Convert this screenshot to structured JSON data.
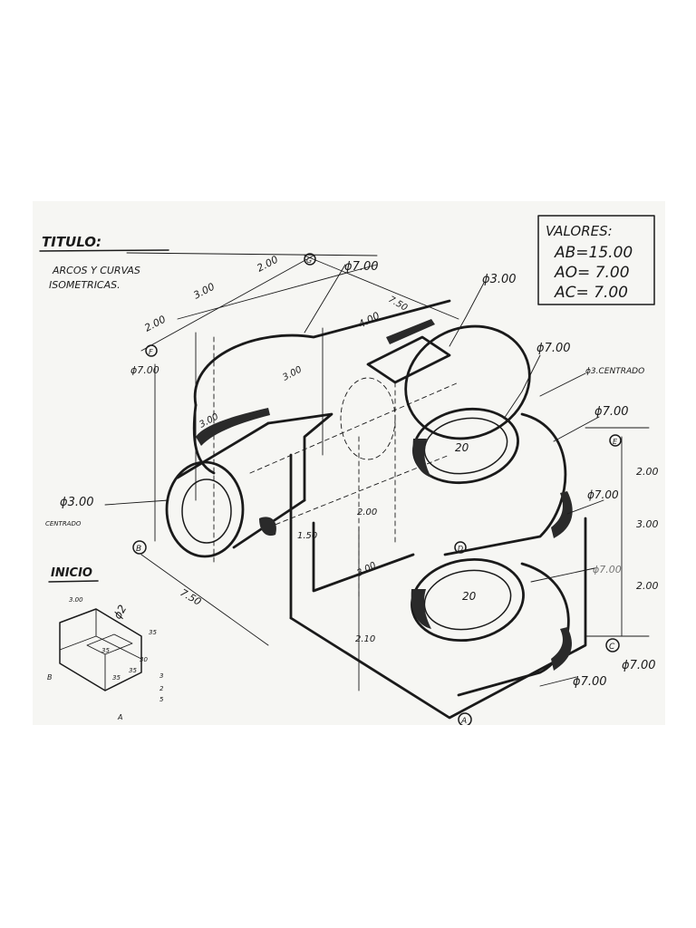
{
  "title": {
    "label": "TITULO:",
    "line1": "ARCOS Y CURVAS",
    "line2": "ISOMETRICAS."
  },
  "values_box": {
    "heading": "VALORES:",
    "ab": "AB=15.00",
    "ao": "AO= 7.00",
    "ac": "AC= 7.00"
  },
  "inicio": {
    "label": "INICIO",
    "dims": [
      "3.00",
      "35",
      "35",
      "30",
      "35",
      "35",
      "3",
      "2",
      "5"
    ],
    "points": [
      "B",
      "A"
    ]
  },
  "points": {
    "a": "A",
    "b": "B",
    "c": "C",
    "d": "D",
    "e": "E",
    "f": "F",
    "g": "G"
  },
  "dims": {
    "d200_top": "2.00",
    "d300_top": "3.00",
    "d200_left": "2.00",
    "d700_left": "ϕ7.00",
    "d300_inner": "3.00",
    "d400": "4.00",
    "d750_top": "7.50",
    "d300_mid": "3.00",
    "d20_upper": "20",
    "d20_lower": "20",
    "d200_center": "2.00",
    "d150": "1.50",
    "d300_lower": "3.00",
    "d750_bottom": "7.50",
    "d210": "2.10",
    "phi_small": "ϕ2",
    "phi300_left": "ϕ3.00",
    "centrado_left": "CENTRADO",
    "phi700_top": "ϕ7.00",
    "phi300_top": "ϕ3.00",
    "phi700_right": "ϕ7.00",
    "phi3_centrado": "ϕ3.CENTRADO",
    "phi700_r2": "ϕ7.00",
    "phi700_r3": "ϕ7.00",
    "phi_scribble": "ϕ7.00",
    "phi700_bottom1": "ϕ7.00",
    "phi700_bottom2": "ϕ7.00",
    "r200_a": "2.00",
    "r300": "3.00",
    "r200_b": "2.00"
  }
}
